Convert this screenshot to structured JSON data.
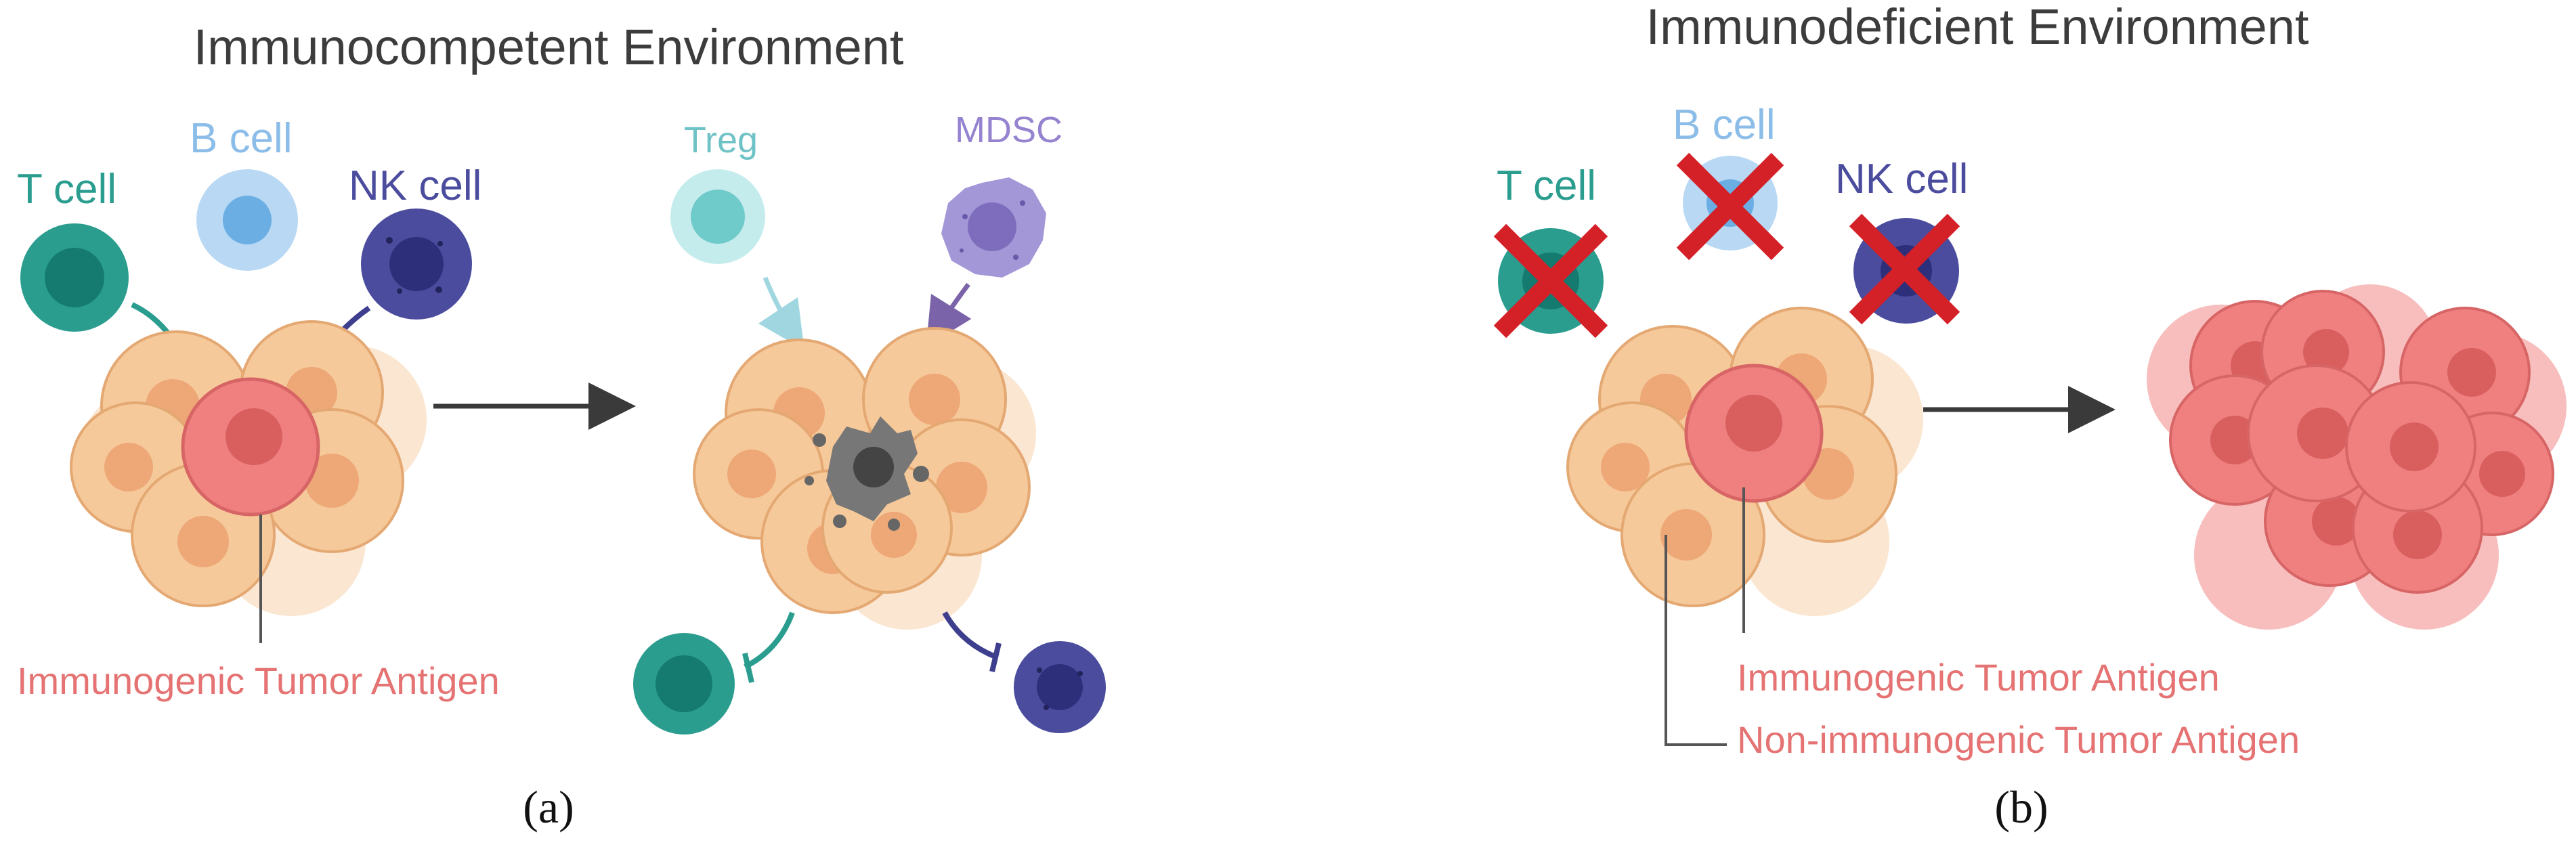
{
  "panel_a": {
    "title": "Immunocompetent Environment",
    "t_cell": "T cell",
    "b_cell": "B  cell",
    "nk_cell": "NK cell",
    "treg": "Treg",
    "mdsc": "MDSC",
    "antigen_label": "Immunogenic Tumor Antigen",
    "caption": "(a)"
  },
  "panel_b": {
    "title": "Immunodeficient Environment",
    "t_cell": "T cell",
    "b_cell": "B  cell",
    "nk_cell": "NK cell",
    "immunogenic_label": "Immunogenic Tumor Antigen",
    "non_immunogenic_label": "Non-immunogenic Tumor Antigen",
    "caption": "(b)"
  },
  "colors": {
    "t_cell": "#2a9d8f",
    "b_cell": "#9cc7ec",
    "nk_cell": "#4b4c9e",
    "treg": "#7fd0d0",
    "mdsc": "#a497d8",
    "tumor_cell": "#f6c99a",
    "antigen_cell": "#ec7c7c",
    "label_red": "#e57373",
    "cross_red": "#d42027",
    "arrow": "#3a3a3a"
  }
}
